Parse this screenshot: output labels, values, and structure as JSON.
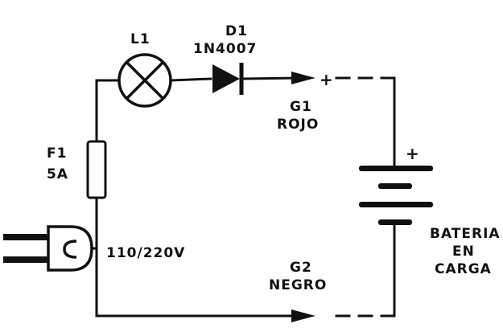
{
  "diagram": {
    "components": {
      "lamp": {
        "ref": "L1"
      },
      "diode": {
        "ref": "D1",
        "part": "1N4007"
      },
      "fuse": {
        "ref": "F1",
        "rating": "5A"
      },
      "plug": {
        "voltage": "110/220V"
      },
      "clip_positive": {
        "ref": "G1",
        "color": "ROJO",
        "polarity": "+"
      },
      "clip_negative": {
        "ref": "G2",
        "color": "NEGRO"
      },
      "battery": {
        "polarity": "+",
        "label_lines": [
          "BATERIA",
          "EN",
          "CARGA"
        ]
      }
    },
    "colors": {
      "ink": "#111111",
      "background": "#ffffff"
    }
  }
}
